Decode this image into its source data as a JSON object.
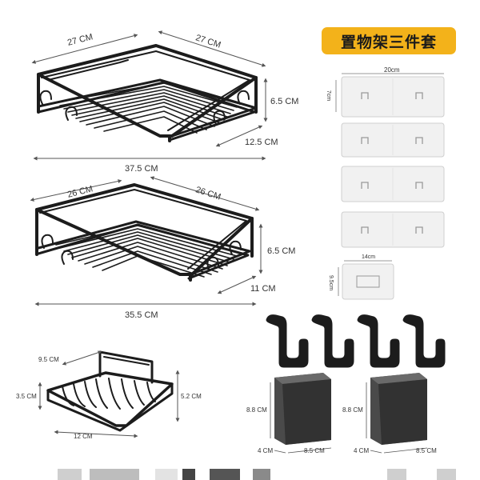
{
  "title": "置物架三件套",
  "shelf1": {
    "width_left": "27 CM",
    "width_right": "27 CM",
    "height": "6.5 CM",
    "depth": "12.5 CM",
    "span": "37.5 CM"
  },
  "shelf2": {
    "width_left": "26 CM",
    "width_right": "26 CM",
    "height": "6.5 CM",
    "depth": "11 CM",
    "span": "35.5 CM"
  },
  "soap_dish": {
    "depth": "9.5 CM",
    "height_left": "3.5 CM",
    "height_right": "5.2 CM",
    "width": "12 CM"
  },
  "adhesive_large": {
    "width": "20cm",
    "height": "7cm"
  },
  "adhesive_small": {
    "width": "14cm",
    "height": "9.5cm"
  },
  "cup1": {
    "height": "8.8 CM",
    "depth": "4 CM",
    "width": "8.5 CM"
  },
  "cup2": {
    "height": "8.8 CM",
    "depth": "4 CM",
    "width": "8.5 CM"
  },
  "colors": {
    "badge": "#f3b21a",
    "rack": "#1c1c1c",
    "cup": "#3a3a3a"
  }
}
